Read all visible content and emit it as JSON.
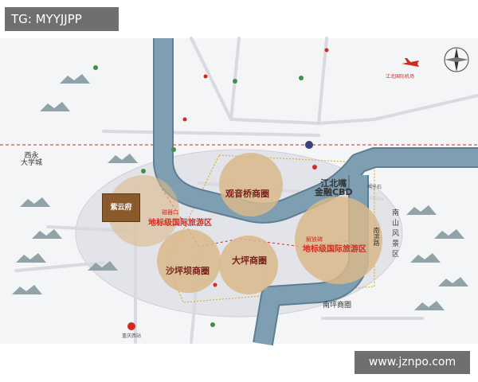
{
  "watermarks": {
    "top_left": "TG: MYYJJPP",
    "bottom_right": "www.jznpo.com"
  },
  "project": {
    "name": "紫云府"
  },
  "districts": {
    "xiyong": "西永\n大学城",
    "jiangbeizui": "江北嘴\n金融CBD",
    "nanshan": "南\n山\n风\n景\n区",
    "nanbin": "南滨路",
    "nanping": "南坪商圈",
    "jiangbei_airport": "江北国际机场",
    "chongqing_west": "重庆西站",
    "yuzi": "鸭子石"
  },
  "business_circles": {
    "guanyinqiao": "观音桥商圈",
    "shapingba": "沙坪坝商圈",
    "daping": "大坪商圈"
  },
  "tourism_zones": {
    "west": "地标级国际旅游区",
    "east": "地标级国际旅游区",
    "west_tag": "磁器口",
    "east_tag": "解放碑"
  },
  "colors": {
    "river": "#7e9fb2",
    "river_edge": "#5d7e93",
    "road": "#d9d9df",
    "circle_fill": "#d8b98a",
    "zone_fill": "#e3e3ea",
    "accent_red": "#d02b22",
    "green_marker": "#3f8f4a"
  },
  "icons": [
    "compass-icon",
    "airplane-icon",
    "metro-station-icon",
    "school-icon",
    "hospital-icon",
    "park-icon",
    "train-station-icon",
    "mountain-icon"
  ]
}
